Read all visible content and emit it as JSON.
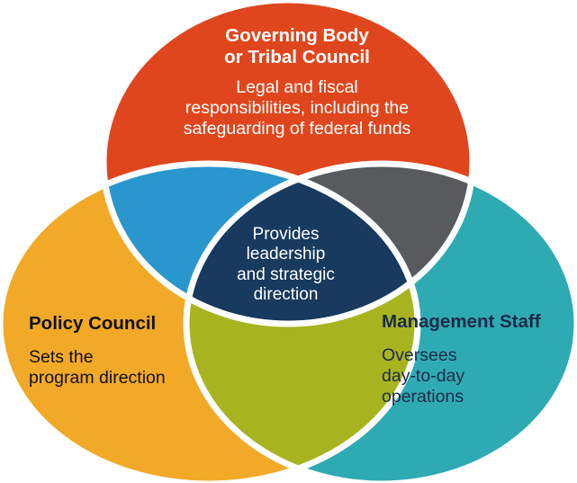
{
  "colors": {
    "governing": "#e0461d",
    "policy": "#f2a928",
    "management": "#2eaab3",
    "governing_policy": "#2997cd",
    "governing_management": "#585b5e",
    "policy_management": "#a7b41f",
    "center": "#173a5e",
    "outline": "#ffffff"
  },
  "governing": {
    "title_lines": [
      "Governing Body",
      "or Tribal Council"
    ],
    "desc_lines": [
      "Legal and fiscal",
      "responsibilities, including the",
      "safeguarding of federal funds"
    ]
  },
  "policy": {
    "title_lines": [
      "Policy Council"
    ],
    "desc_lines": [
      "Sets the",
      "program direction"
    ]
  },
  "management": {
    "title_lines": [
      "Management Staff"
    ],
    "desc_lines": [
      "Oversees",
      "day-to-day",
      "operations"
    ]
  },
  "center": {
    "lines": [
      "Provides",
      "leadership",
      "and strategic",
      "direction"
    ]
  }
}
